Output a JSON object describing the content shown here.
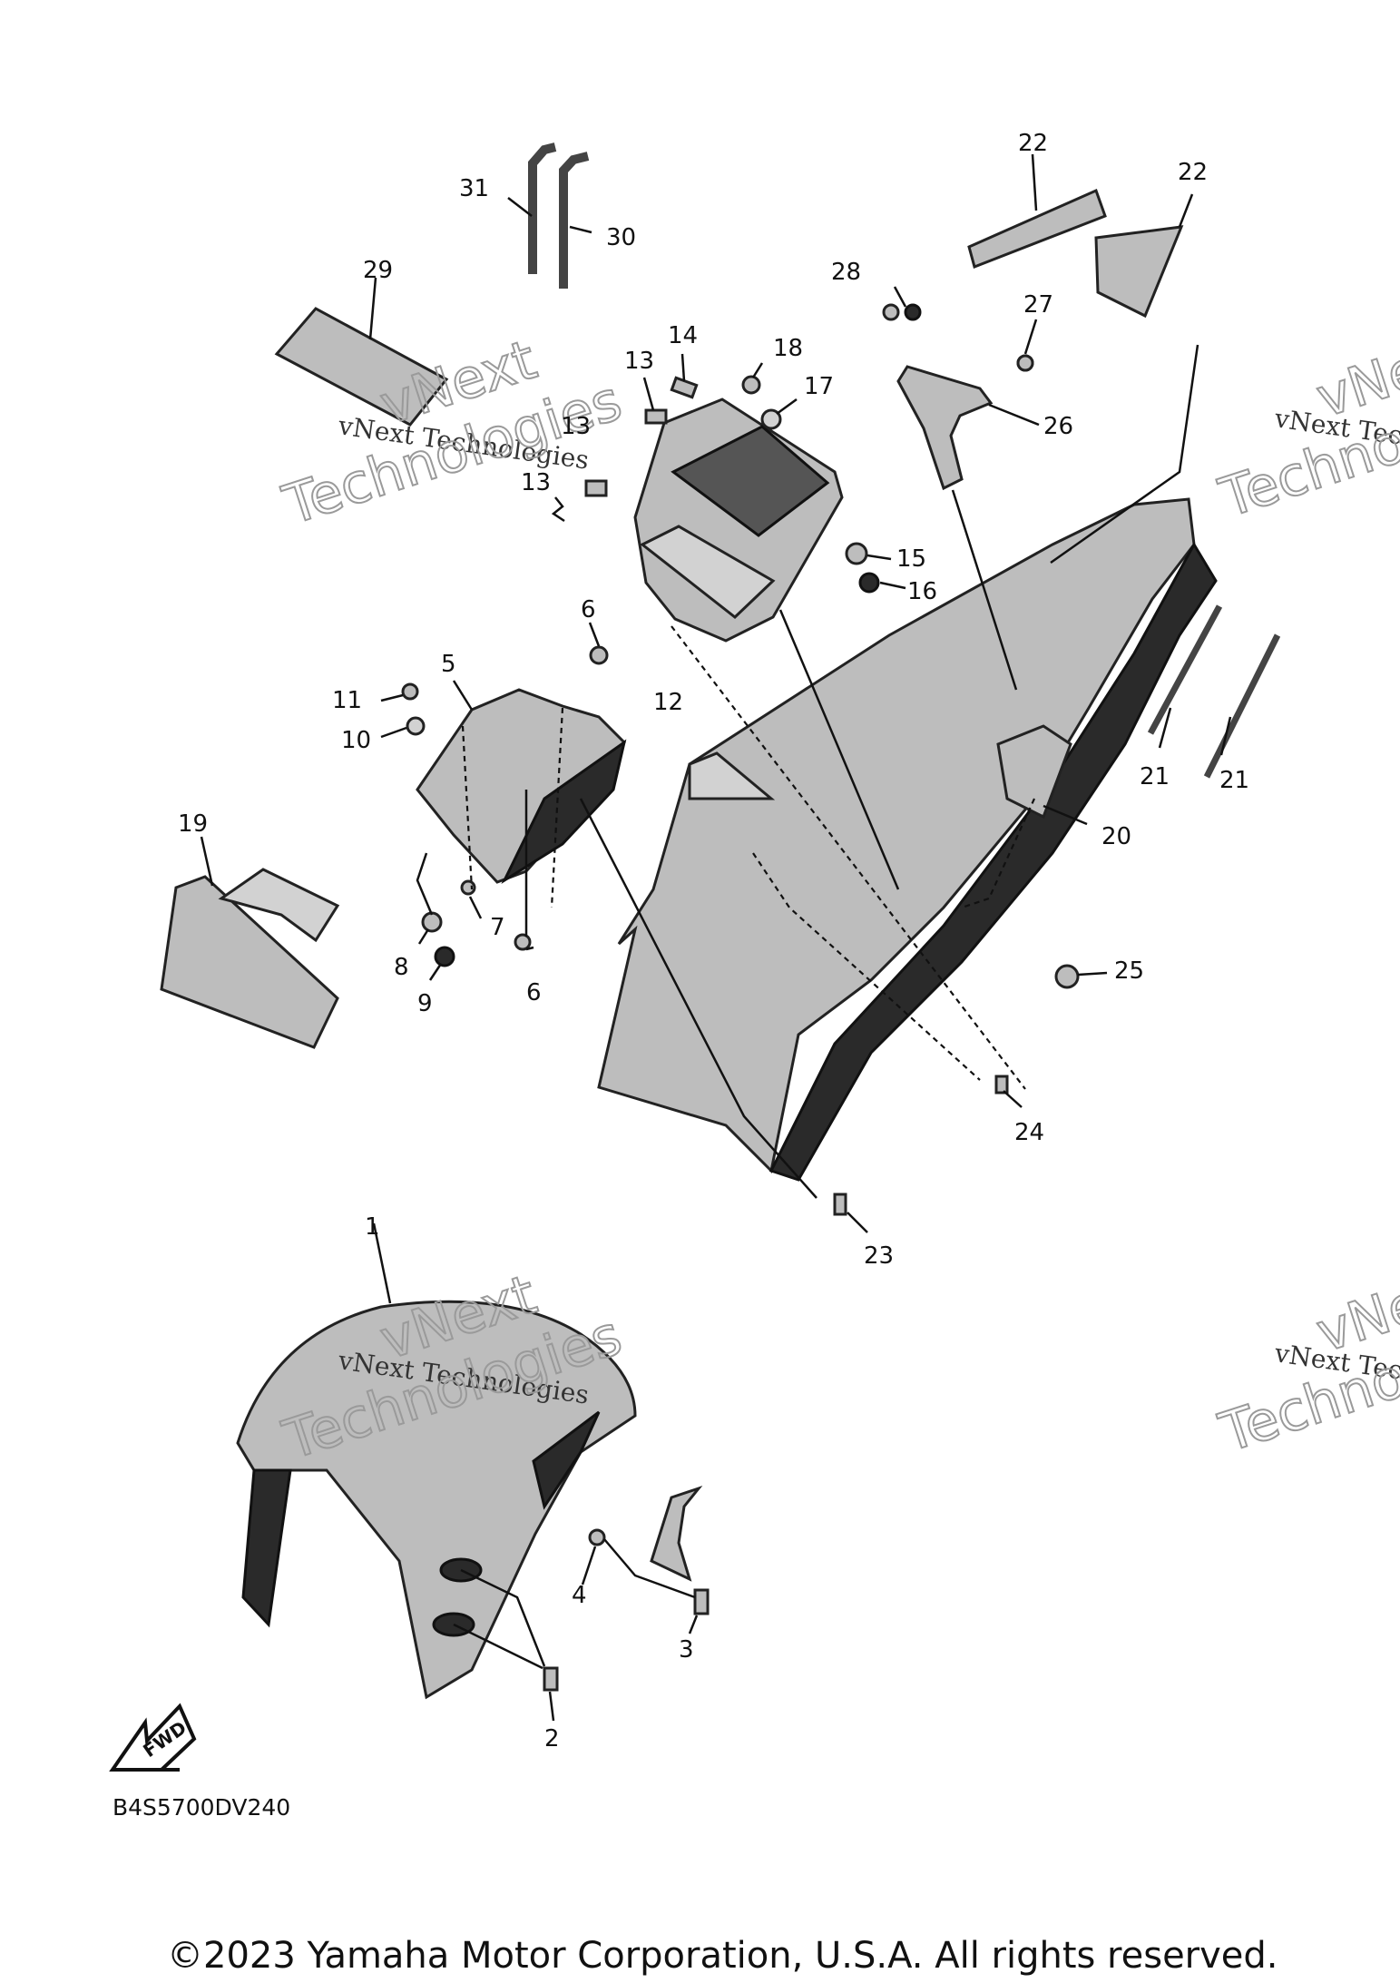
{
  "diagram": {
    "code": "B4S5700DV240",
    "copyright": "©2023 Yamaha Motor Corporation, U.S.A. All rights reserved.",
    "fwd_label": "FWD",
    "watermarks": [
      {
        "line1": "vNext Technologies",
        "line2": "vNext",
        "line3": "Technologies"
      },
      {
        "line1": "vNext Technologies",
        "line2": "vNext",
        "line3": "Technologies"
      },
      {
        "line1": "vNext Technologies",
        "line2": "vNext",
        "line3": "Technologies"
      },
      {
        "line1": "vNext Technologies",
        "line2": "vNext",
        "line3": "Technologies"
      }
    ],
    "callouts": {
      "c1": "1",
      "c2": "2",
      "c3": "3",
      "c4": "4",
      "c5": "5",
      "c6a": "6",
      "c6b": "6",
      "c7": "7",
      "c8": "8",
      "c9": "9",
      "c10": "10",
      "c11": "11",
      "c12": "12",
      "c13a": "13",
      "c13b": "13",
      "c13c": "13",
      "c14": "14",
      "c15": "15",
      "c16": "16",
      "c17": "17",
      "c18": "18",
      "c19": "19",
      "c20": "20",
      "c21a": "21",
      "c21b": "21",
      "c22a": "22",
      "c22b": "22",
      "c23": "23",
      "c24": "24",
      "c25": "25",
      "c26": "26",
      "c27": "27",
      "c28": "28",
      "c29": "29",
      "c30": "30",
      "c31": "31"
    }
  }
}
